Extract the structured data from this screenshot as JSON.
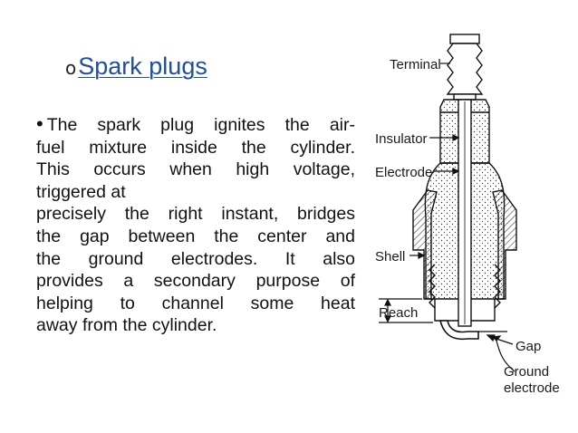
{
  "slide": {
    "heading_bullet": "o",
    "heading": "Spark plugs",
    "body_bullet": "•",
    "body_lines": [
      "The spark plug ignites the air-",
      "fuel mixture inside the cylinder.",
      "This occurs when high voltage,",
      "triggered at",
      "precisely the right instant, bridges",
      "the gap between the center and",
      "the ground electrodes. It also",
      "provides a secondary purpose of",
      "helping to channel some heat",
      "away from the cylinder."
    ]
  },
  "diagram": {
    "labels": {
      "terminal": "Terminal",
      "insulator": "Insulator",
      "electrode": "Electrode",
      "shell": "Shell",
      "reach": "Reach",
      "gap": "Gap",
      "ground_line1": "Ground",
      "ground_line2": "electrode"
    }
  }
}
